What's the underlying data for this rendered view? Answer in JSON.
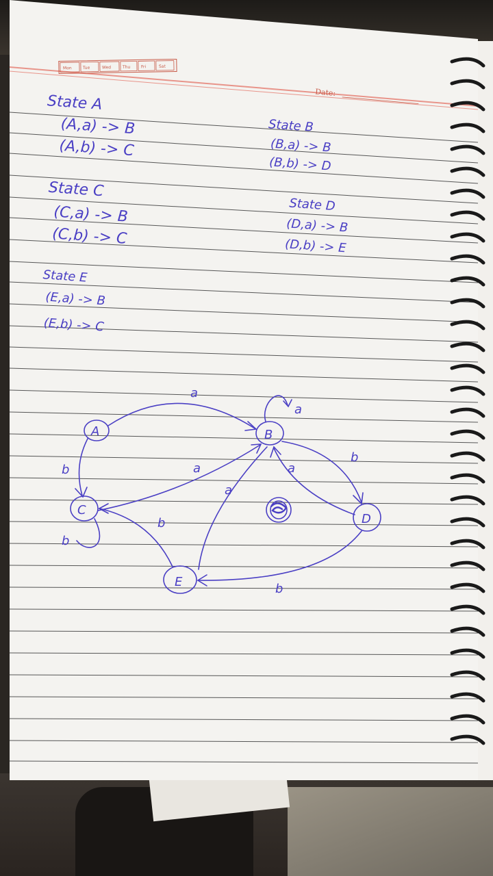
{
  "header": {
    "days": [
      "Mon",
      "Tue",
      "Wed",
      "Thu",
      "Fri",
      "Sat"
    ],
    "date_label": "Date:"
  },
  "notes": {
    "state_a": {
      "title": "State A",
      "line1": "(A,a) -> B",
      "line2": "(A,b) -> C"
    },
    "state_b": {
      "title": "State B",
      "line1": "(B,a) -> B",
      "line2": "(B,b) -> D"
    },
    "state_c": {
      "title": "State C",
      "line1": "(C,a) -> B",
      "line2": "(C,b) -> C"
    },
    "state_d": {
      "title": "State D",
      "line1": "(D,a) -> B",
      "line2": "(D,b) -> E"
    },
    "state_e": {
      "title": "State E",
      "line1": "(E,a) -> B",
      "line2": "(E,b) -> C"
    }
  },
  "diagram": {
    "nodes": {
      "a": "A",
      "b": "B",
      "c": "C",
      "d": "D",
      "e": "E"
    },
    "labels": {
      "a_to_b": "a",
      "b_loop": "a",
      "a_to_c": "b",
      "c_loop": "b",
      "c_to_b": "a",
      "e_to_b": "a",
      "d_to_b": "a",
      "b_to_d": "b",
      "e_to_c": "b",
      "d_to_e": "b"
    }
  },
  "colors": {
    "ink": "#4a3fc4",
    "margin_red": "#e8948a",
    "paper": "#f4f3f0"
  }
}
